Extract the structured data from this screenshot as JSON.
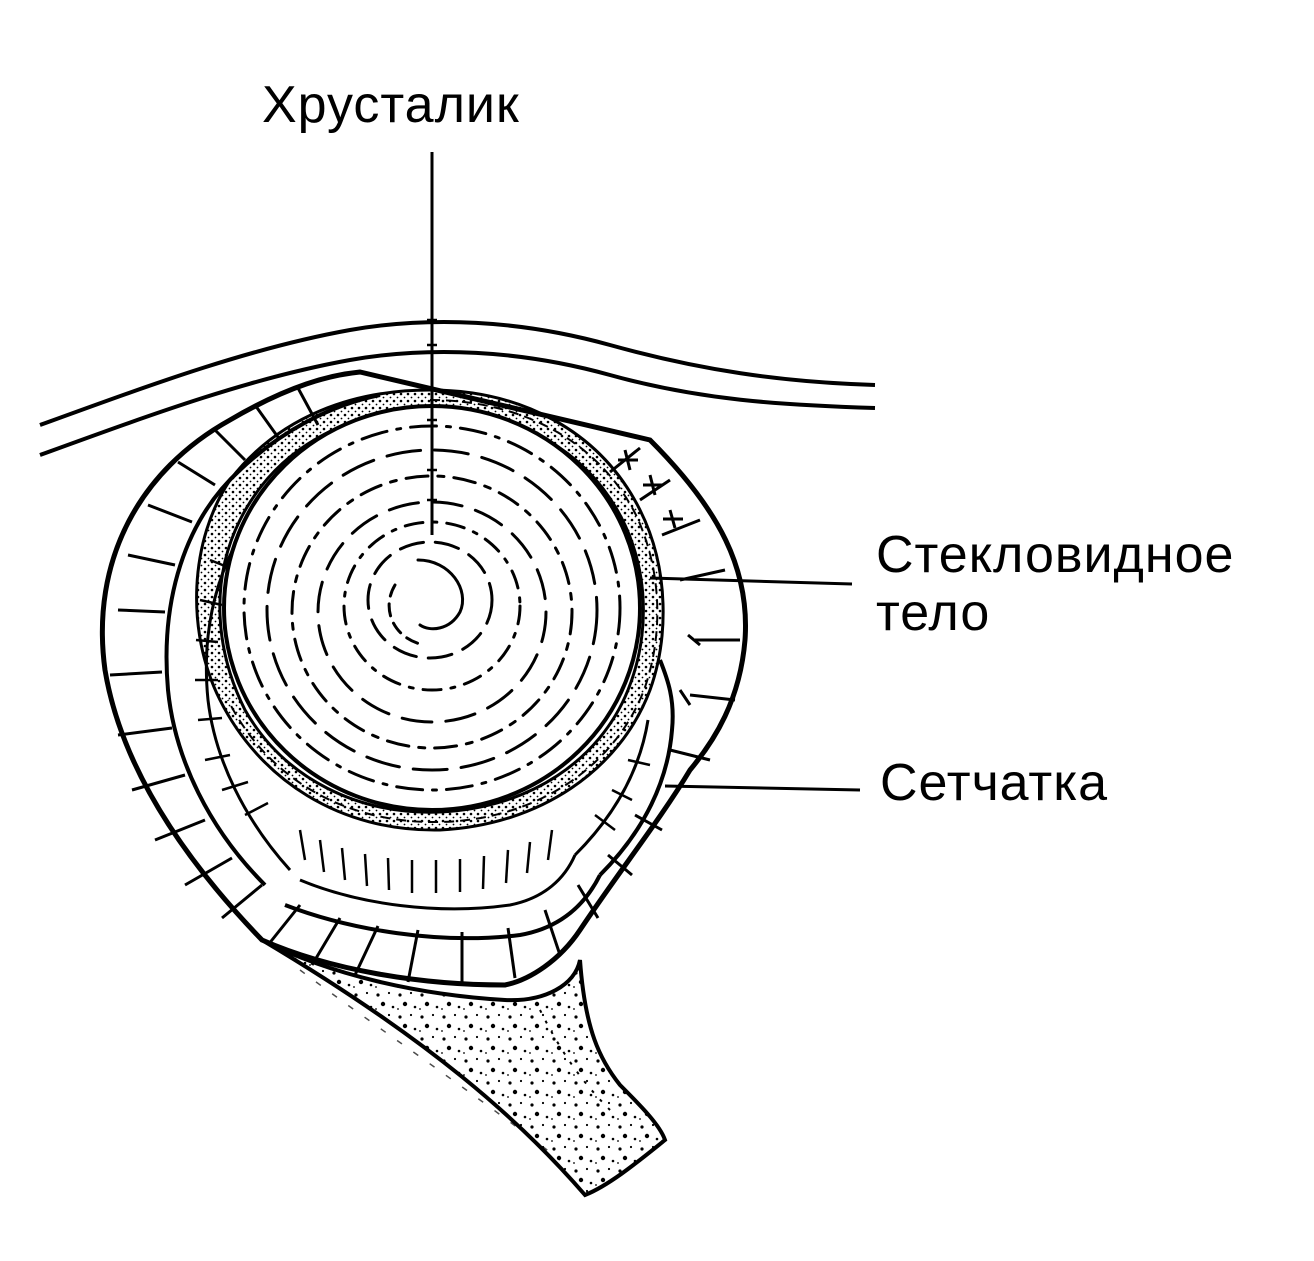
{
  "labels": {
    "lens": "Хрусталик",
    "vitreous_line1": "Стекловидное",
    "vitreous_line2": "тело",
    "retina": "Сетчатка"
  },
  "colors": {
    "ink": "#000000",
    "paper": "#ffffff"
  }
}
